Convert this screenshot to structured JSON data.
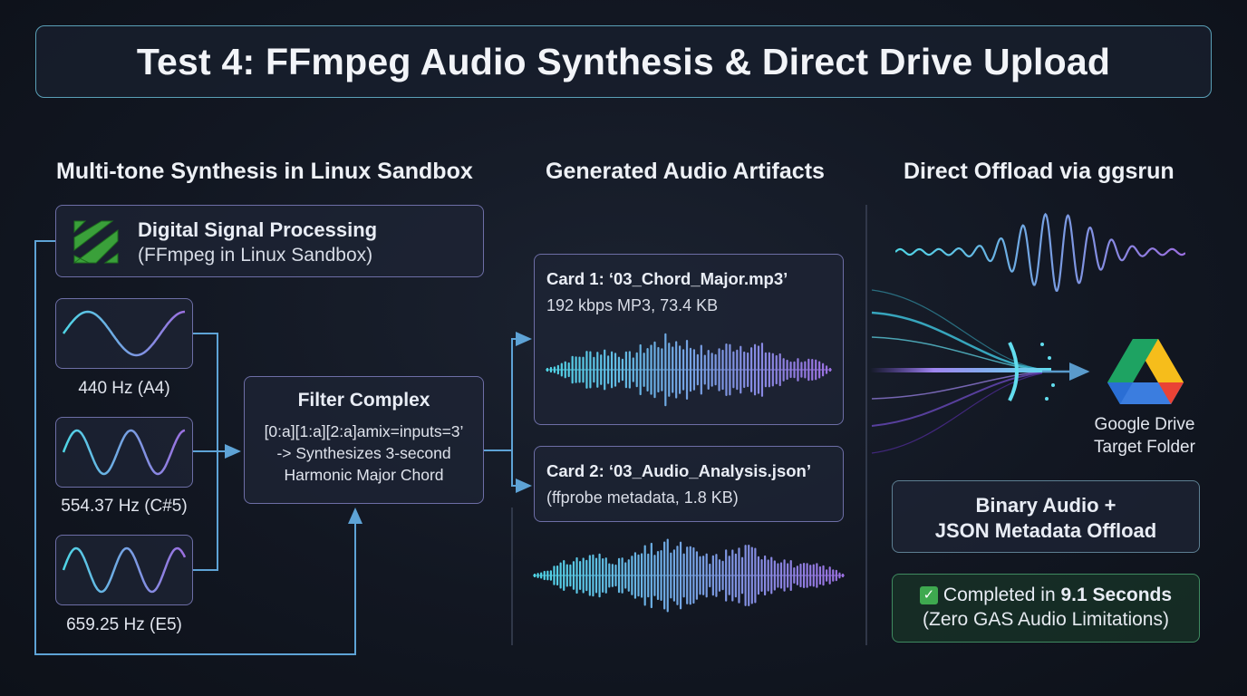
{
  "title": "Test 4: FFmpeg Audio Synthesis & Direct Drive Upload",
  "columns": {
    "synthesis": "Multi-tone Synthesis in Linux Sandbox",
    "artifacts": "Generated Audio Artifacts",
    "offload": "Direct Offload via ggsrun"
  },
  "dsp": {
    "title": "Digital Signal Processing",
    "subtitle": "(FFmpeg in Linux Sandbox)",
    "logo_icon": "ffmpeg-logo-icon"
  },
  "tones": [
    {
      "label": "440 Hz (A4)",
      "cycles": 1.25
    },
    {
      "label": "554.37 Hz (C#5)",
      "cycles": 2.25
    },
    {
      "label": "659.25 Hz (E5)",
      "cycles": 2.4
    }
  ],
  "filter": {
    "title": "Filter Complex",
    "line1": "[0:a][1:a][2:a]amix=inputs=3’",
    "line2": "-> Synthesizes 3-second",
    "line3": "Harmonic Major Chord"
  },
  "cards": [
    {
      "title": "Card 1: ‘03_Chord_Major.mp3’",
      "detail": "192 kbps MP3, 73.4 KB"
    },
    {
      "title": "Card 2: ‘03_Audio_Analysis.json’",
      "detail": "(ffprobe metadata, 1.8 KB)"
    }
  ],
  "gdrive": {
    "line1": "Google Drive",
    "line2": "Target Folder",
    "icon": "google-drive-icon"
  },
  "offload_box": {
    "line1": "Binary Audio +",
    "line2": "JSON Metadata Offload"
  },
  "completed": {
    "prefix": "Completed in ",
    "time": "9.1 Seconds",
    "note": "(Zero GAS Audio Limitations)",
    "icon": "check-mark-icon"
  },
  "colors": {
    "wave_start": "#4fd6e6",
    "wave_end": "#9b6fe0",
    "connector": "#5ea3d6",
    "done_border": "#3f8a60"
  }
}
